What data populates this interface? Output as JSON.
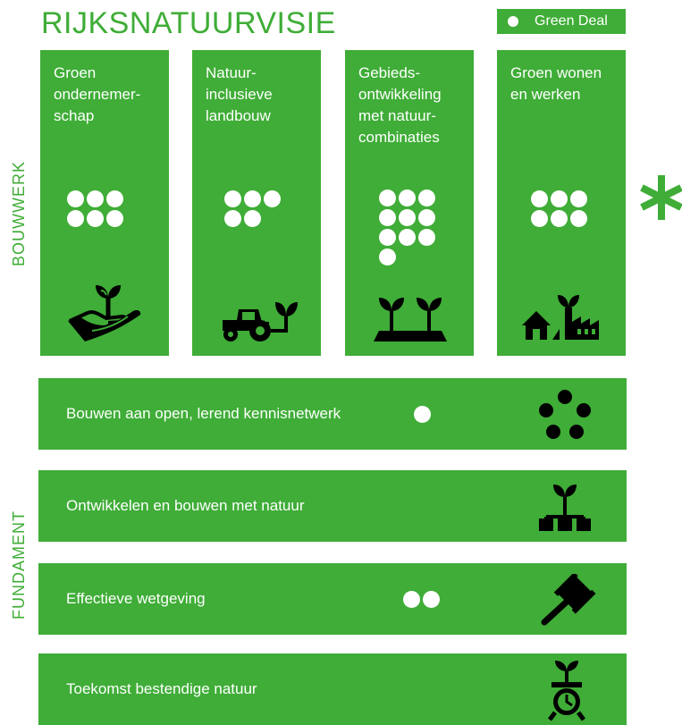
{
  "title": "RIJKSNATUURVISIE",
  "legend": {
    "label": "Green Deal",
    "icon": "white-dot"
  },
  "side_labels": {
    "top": "BOUWWERK",
    "bottom": "FUNDAMENT"
  },
  "colors": {
    "green": "#3fad37",
    "white": "#ffffff",
    "black": "#000000"
  },
  "cards": [
    {
      "label": "Groen\nondernemer-\nschap",
      "green_deals": 6,
      "icon": "hand-with-sprout-icon"
    },
    {
      "label": "Natuur-\ninclusieve\nlandbouw",
      "green_deals": 5,
      "icon": "tractor-with-sprout-icon"
    },
    {
      "label": "Gebieds-\nontwikkeling\nmet natuur-\ncombinaties",
      "green_deals": 10,
      "icon": "two-sprouts-on-land-icon"
    },
    {
      "label": "Groen wonen\nen werken",
      "green_deals": 6,
      "icon": "house-and-factory-icon"
    }
  ],
  "rows": [
    {
      "label": "Bouwen aan open, lerend kennisnetwerk",
      "green_deals": 1,
      "icon": "network-dots-icon"
    },
    {
      "label": "Ontwikkelen en bouwen met natuur",
      "green_deals": 0,
      "icon": "sprout-on-blocks-icon"
    },
    {
      "label": "Effectieve wetgeving",
      "green_deals": 2,
      "icon": "gavel-icon"
    },
    {
      "label": "Toekomst bestendige natuur",
      "green_deals": 0,
      "icon": "sprout-clock-icon"
    }
  ],
  "asterisk": "*"
}
